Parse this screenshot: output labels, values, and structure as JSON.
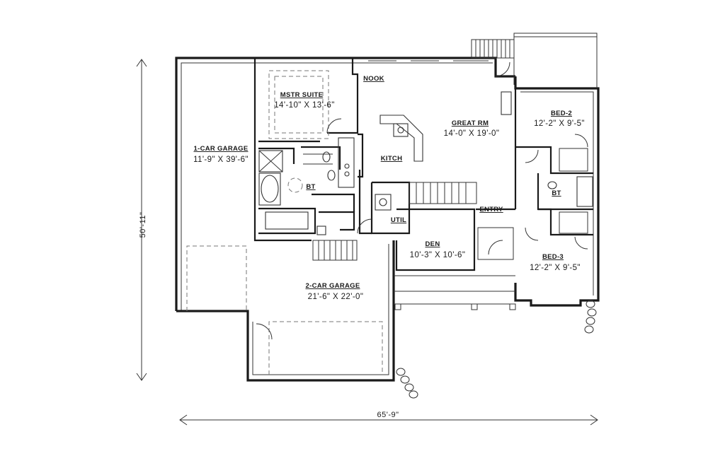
{
  "dimensions": {
    "width": "65'-9\"",
    "depth": "50'-11\""
  },
  "rooms": {
    "master_suite": {
      "name": "MSTR SUITE",
      "size": "14'-10\" X 13'-6\""
    },
    "nook": {
      "name": "NOOK"
    },
    "great_room": {
      "name": "GREAT RM",
      "size": "14'-0\" X 19'-0\""
    },
    "kitchen": {
      "name": "KITCH"
    },
    "bed2": {
      "name": "BED-2",
      "size": "12'-2\" X 9'-5\""
    },
    "bed3": {
      "name": "BED-3",
      "size": "12'-2\" X 9'-5\""
    },
    "one_car_garage": {
      "name": "1-CAR GARAGE",
      "size": "11'-9\" X 39'-6\""
    },
    "two_car_garage": {
      "name": "2-CAR GARAGE",
      "size": "21'-6\" X 22'-0\""
    },
    "master_bath": {
      "name": "BT"
    },
    "hall_bath": {
      "name": "BT"
    },
    "entry": {
      "name": "ENTRY"
    },
    "den": {
      "name": "DEN",
      "size": "10'-3\" X 10'-6\""
    },
    "utility": {
      "name": "UTIL"
    }
  }
}
